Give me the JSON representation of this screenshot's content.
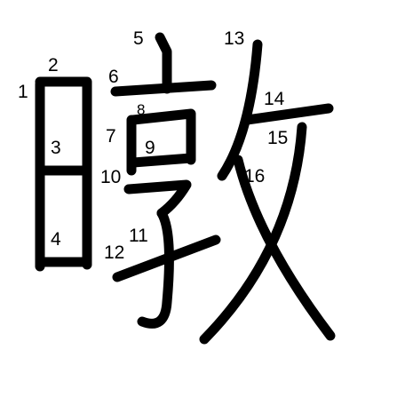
{
  "character": {
    "glyph": "暾",
    "stroke_numbers": [
      "1",
      "2",
      "3",
      "4",
      "5",
      "6",
      "7",
      "8",
      "9",
      "10",
      "11",
      "12",
      "13",
      "14",
      "15",
      "16"
    ]
  },
  "colors": {
    "ink": "#000000",
    "background": "#ffffff"
  }
}
